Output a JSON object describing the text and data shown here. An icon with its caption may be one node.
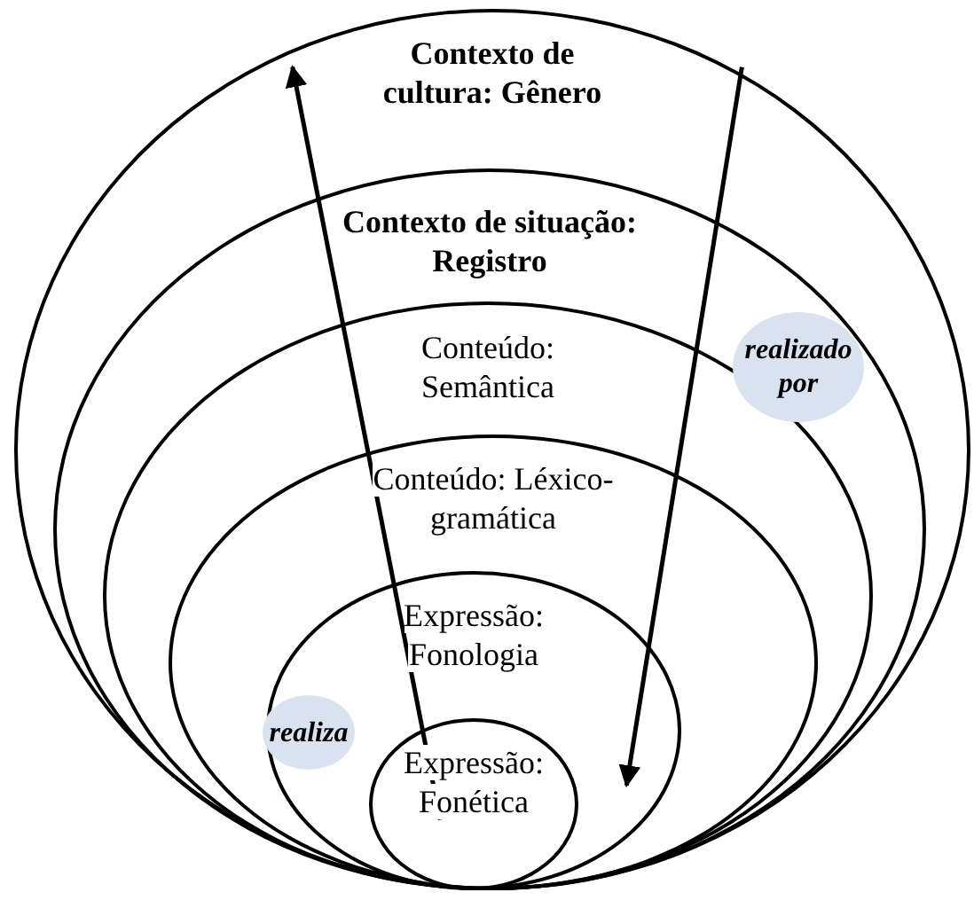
{
  "diagram": {
    "nodes": [
      {
        "text": [
          "Contexto de cultura: Gênero"
        ]
      },
      {
        "text": [
          "Contexto de situação: Registro"
        ],
        "in": 0
      },
      {
        "text": [
          "Conteúdo: Semântica"
        ],
        "in": 1
      },
      {
        "text": [
          "Conteúdo: Léxico-gramática"
        ],
        "in": 2
      },
      {
        "text": [
          "Expressão: Fonologia"
        ],
        "in": 3
      },
      {
        "text": [
          "Expressão: Fonética"
        ],
        "in": 4
      }
    ],
    "edges": [
      {
        "from": 5,
        "to": 0,
        "arrow": "to",
        "label": "realiza"
      },
      {
        "from": 0,
        "to": 5,
        "arrow": "to",
        "label": "realizado por"
      }
    ]
  }
}
